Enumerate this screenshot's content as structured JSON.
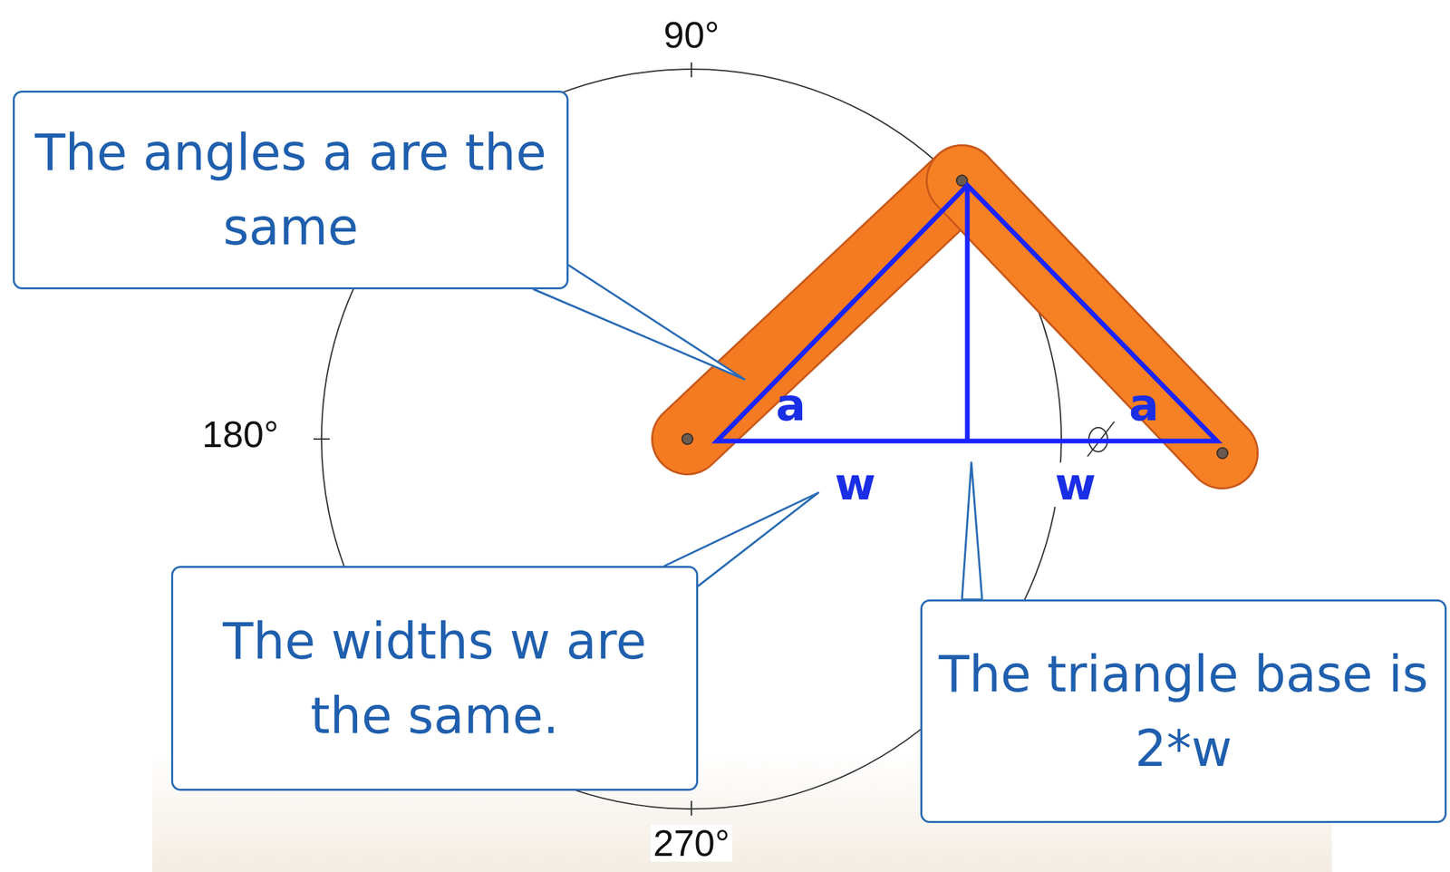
{
  "diagram": {
    "nodes": [
      {
        "text": [
          "The angles a are the same"
        ]
      },
      {
        "text": [
          "The widths w are the same."
        ]
      },
      {
        "text": [
          "The triangle base is 2*w"
        ]
      }
    ],
    "labels": [
      "90°",
      "180°",
      "270°",
      "a",
      "a",
      "w",
      "w"
    ]
  }
}
